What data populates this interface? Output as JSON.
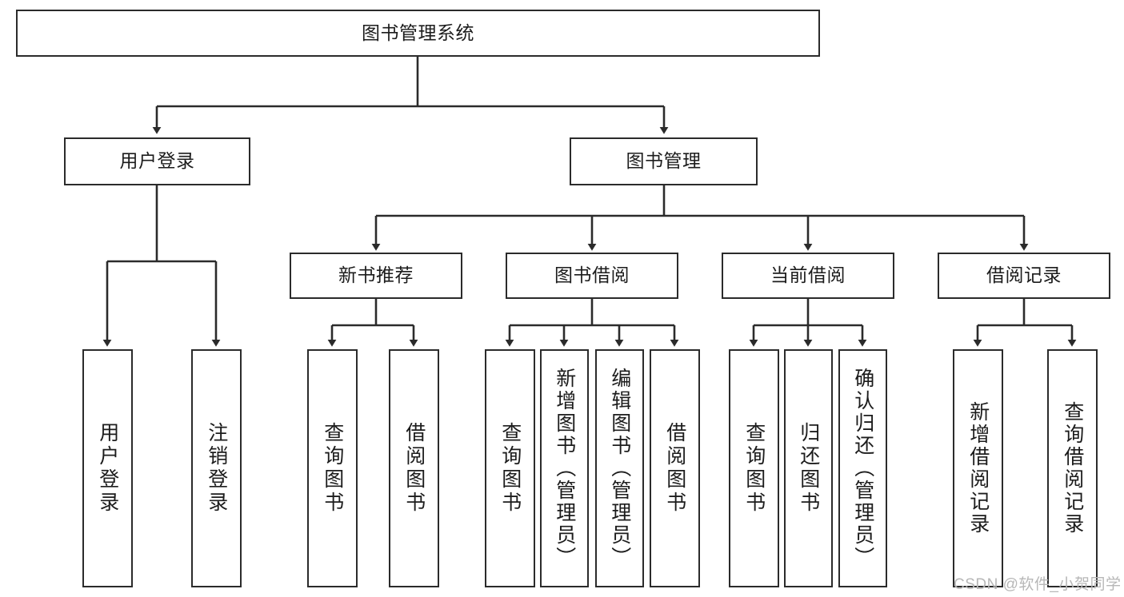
{
  "diagram": {
    "title": "图书管理系统",
    "type": "tree-hierarchy-diagram",
    "colors": {
      "box_border": "#2b2b2b",
      "box_fill": "#ffffff",
      "connector": "#2b2b2b",
      "background": "#ffffff",
      "watermark": "#b7b7b7"
    }
  },
  "nodes": {
    "root": {
      "label": "图书管理系统"
    },
    "level2": [
      {
        "label": "用户登录"
      },
      {
        "label": "图书管理"
      }
    ],
    "level3": [
      {
        "label": "新书推荐"
      },
      {
        "label": "图书借阅"
      },
      {
        "label": "当前借阅"
      },
      {
        "label": "借阅记录"
      }
    ],
    "leaves_user_login": [
      {
        "label": "用户登录"
      },
      {
        "label": "注销登录"
      }
    ],
    "leaves_new_book": [
      {
        "label": "查询图书"
      },
      {
        "label": "借阅图书"
      }
    ],
    "leaves_borrow": [
      {
        "label": "查询图书"
      },
      {
        "label": "新增图书（管理员）"
      },
      {
        "label": "编辑图书（管理员）"
      },
      {
        "label": "借阅图书"
      }
    ],
    "leaves_current": [
      {
        "label": "查询图书"
      },
      {
        "label": "归还图书"
      },
      {
        "label": "确认归还（管理员）"
      }
    ],
    "leaves_record": [
      {
        "label": "新增借阅记录"
      },
      {
        "label": "查询借阅记录"
      }
    ]
  },
  "watermark": {
    "text": "CSDN @软件_小贺同学"
  }
}
